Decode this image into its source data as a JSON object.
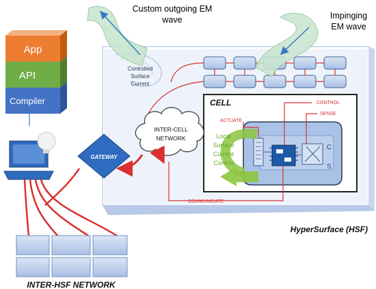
{
  "stack": {
    "app": "App",
    "api": "API",
    "compiler": "Compiler"
  },
  "waves": {
    "outgoing": [
      "Custom outgoing EM",
      "wave"
    ],
    "impinging": [
      "Impinging",
      "EM wave"
    ]
  },
  "labels": {
    "controlled_current": [
      "Controlled",
      "Surface",
      "Current"
    ],
    "gateway": "GATEWAY",
    "inter_cell": [
      "INTER-CELL",
      "NETWORK"
    ],
    "cell": "CELL",
    "actuate": "ACTUATE",
    "control": "CONTROL",
    "sense": "SENSE",
    "local_control": [
      "Local",
      "Surface",
      "Current",
      "Control"
    ],
    "port_c": "C",
    "port_s": "S",
    "communicate": "COMMUNICATE",
    "hypersurface": "HyperSurface (HSF)",
    "inter_hsf": "INTER-HSF NETWORK"
  },
  "colors": {
    "app": "#ed7d31",
    "api": "#70ad47",
    "compiler": "#4472c4",
    "red_link": "#d93030",
    "panel": "#e7eef8",
    "tile": "#c5d5ee",
    "green_arrow": "#8cc63f"
  }
}
